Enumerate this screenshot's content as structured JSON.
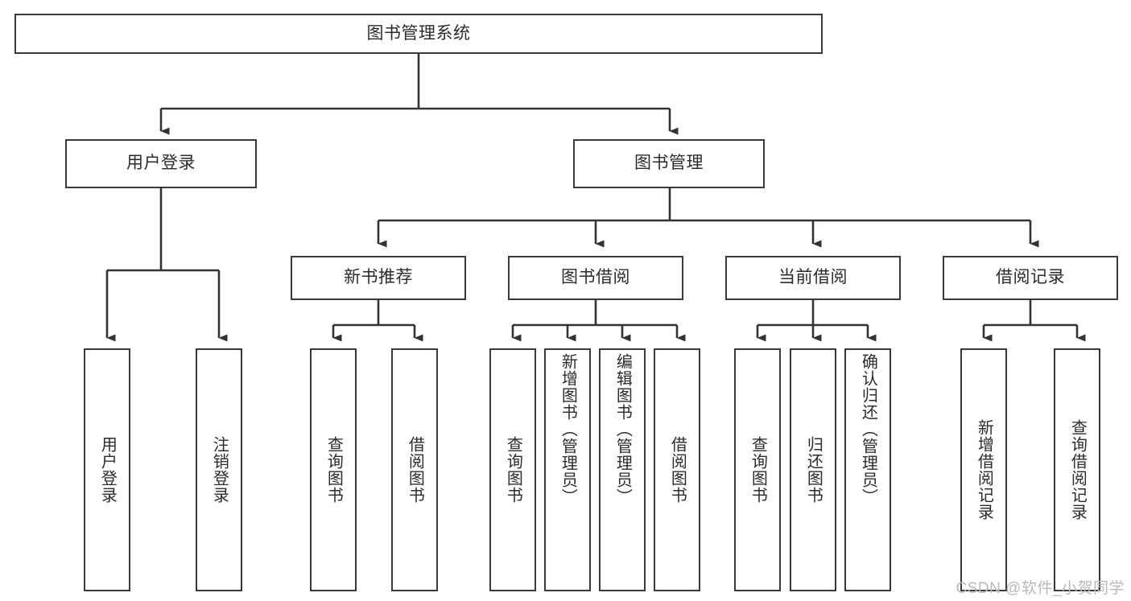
{
  "diagram": {
    "type": "tree",
    "title": "图书管理系统",
    "root": {
      "label": "图书管理系统"
    },
    "level2": [
      {
        "label": "用户登录"
      },
      {
        "label": "图书管理"
      }
    ],
    "level3": [
      {
        "label": "新书推荐"
      },
      {
        "label": "图书借阅"
      },
      {
        "label": "当前借阅"
      },
      {
        "label": "借阅记录"
      }
    ],
    "leaves": {
      "user_login": [
        {
          "label": "用户登录"
        },
        {
          "label": "注销登录"
        }
      ],
      "new_book_recommend": [
        {
          "label": "查询图书"
        },
        {
          "label": "借阅图书"
        }
      ],
      "book_borrow": [
        {
          "label": "查询图书"
        },
        {
          "label": "新增图书（管理员）"
        },
        {
          "label": "编辑图书（管理员）"
        },
        {
          "label": "借阅图书"
        }
      ],
      "current_borrow": [
        {
          "label": "查询图书"
        },
        {
          "label": "归还图书"
        },
        {
          "label": "确认归还（管理员）"
        }
      ],
      "borrow_record": [
        {
          "label": "新增借阅记录"
        },
        {
          "label": "查询借阅记录"
        }
      ]
    }
  },
  "watermark": {
    "text": "CSDN @软件_小贺同学"
  },
  "colors": {
    "box_border": "#3a3a3a",
    "box_fill": "#ffffff",
    "text": "#2b2b2b",
    "connector": "#333333",
    "watermark": "#b9b9b9"
  }
}
